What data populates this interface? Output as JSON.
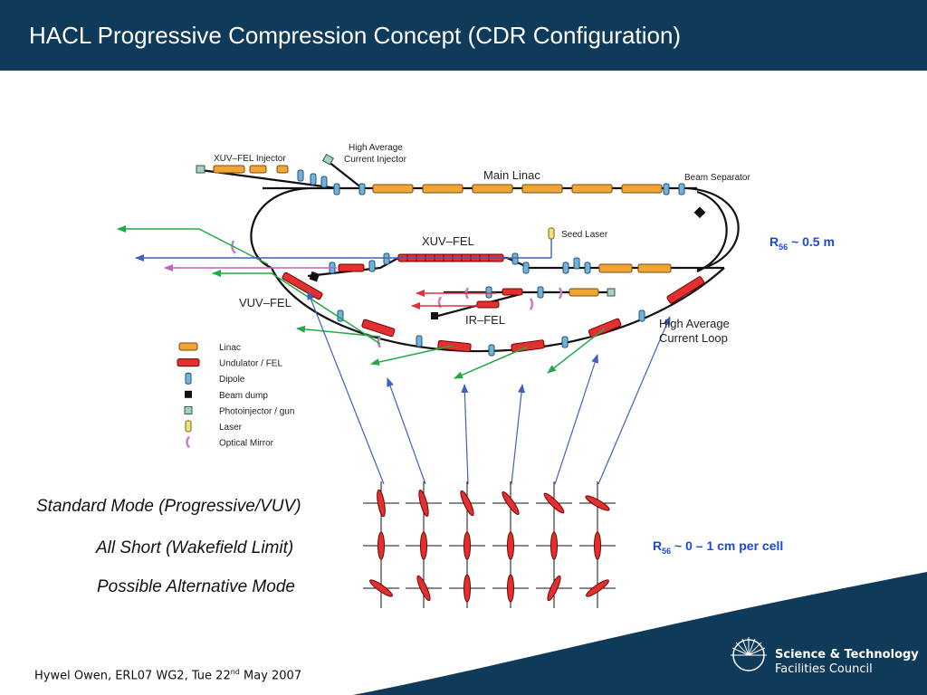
{
  "slide": {
    "title": "HACL Progressive Compression Concept (CDR Configuration)"
  },
  "diagram": {
    "labels": {
      "xuv_injector": "XUV–FEL Injector",
      "hac_injector_1": "High Average",
      "hac_injector_2": "Current Injector",
      "main_linac": "Main Linac",
      "beam_separator": "Beam Separator",
      "xuv_fel": "XUV–FEL",
      "seed_laser": "Seed Laser",
      "vuv_fel": "VUV–FEL",
      "ir_fel": "IR–FEL",
      "hac_loop_1": "High Average",
      "hac_loop_2": "Current Loop"
    },
    "legend": [
      {
        "label": "Linac",
        "symbol": "linac"
      },
      {
        "label": "Undulator / FEL",
        "symbol": "undulator"
      },
      {
        "label": "Dipole",
        "symbol": "dipole"
      },
      {
        "label": "Beam dump",
        "symbol": "beam-dump"
      },
      {
        "label": "Photoinjector / gun",
        "symbol": "photoinjector"
      },
      {
        "label": "Laser",
        "symbol": "laser"
      },
      {
        "label": "Optical Mirror",
        "symbol": "optical-mirror"
      }
    ],
    "r56_loop": {
      "base": "R",
      "sub": "56",
      "rest": " ~ 0.5 m"
    },
    "r56_cell": {
      "base": "R",
      "sub": "56",
      "rest": " ~ 0 – 1 cm per cell"
    },
    "modes": [
      {
        "label": "Standard Mode (Progressive/VUV)",
        "tilts": [
          10,
          15,
          25,
          35,
          45,
          60
        ]
      },
      {
        "label": "All Short (Wakefield Limit)",
        "tilts": [
          0,
          0,
          0,
          0,
          0,
          0
        ]
      },
      {
        "label": "Possible Alternative Mode",
        "tilts": [
          55,
          25,
          0,
          0,
          -25,
          -55
        ]
      }
    ],
    "colors": {
      "linac": "#f0a535",
      "undulator": "#e03030",
      "dipole": "#6fb3dc",
      "beam_dump": "#111111",
      "photoinjector": "#a8d0c0",
      "laser": "#f3e07a",
      "optical_mirror": "#c77fc7",
      "green_arrow": "#22aa44",
      "blue_arrow": "#4060c0",
      "pink_arrow": "#c060c0",
      "red_arrow": "#e03040",
      "r56_text": "#1a4bd8",
      "title_bar": "#0f3a5a"
    }
  },
  "footer": {
    "author": "Hywel Owen, ERL07 WG2, Tue 22",
    "sup": "nd",
    "rest": " May 2007"
  },
  "logo": {
    "line1": "Science & Technology",
    "line2": "Facilities Council",
    "icon": "starburst-icon"
  }
}
